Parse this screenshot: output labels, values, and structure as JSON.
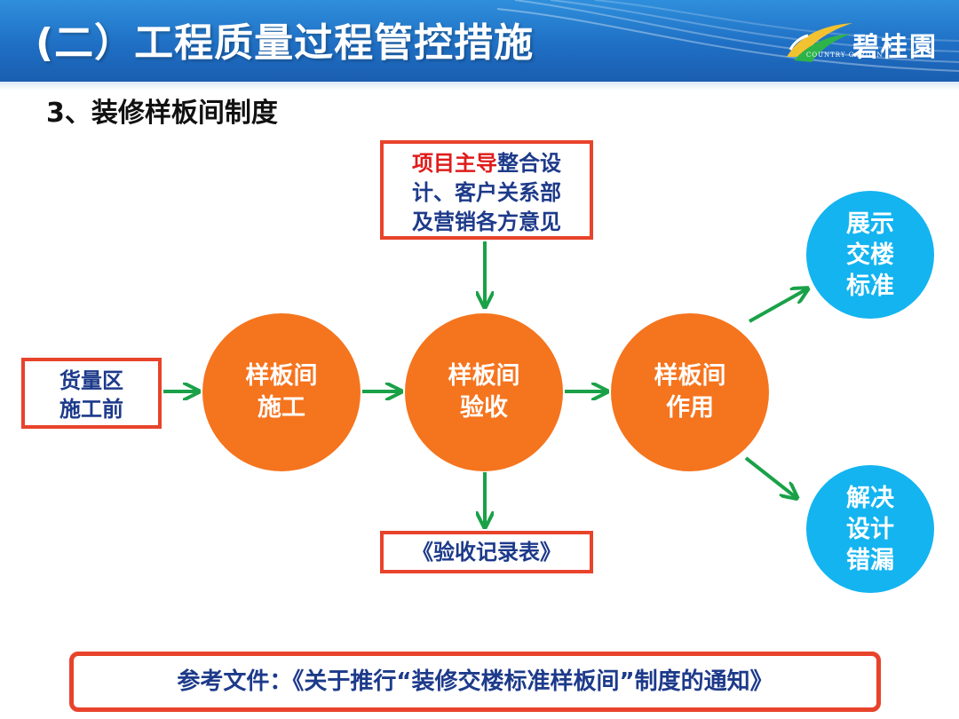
{
  "header": {
    "title": "(二）工程质量过程管控措施",
    "logo_cn": "碧桂園",
    "logo_en": "COUNTRY GARDEN"
  },
  "section": {
    "title": "3、装修样板间制度"
  },
  "flow": {
    "top_box": {
      "highlight": "项目主导",
      "line1_rest": "整合设",
      "line2": "计、客户关系部",
      "line3": "及营销各方意见"
    },
    "left_box": {
      "line1": "货量区",
      "line2": "施工前"
    },
    "steps": [
      {
        "line1": "样板间",
        "line2": "施工"
      },
      {
        "line1": "样板间",
        "line2": "验收"
      },
      {
        "line1": "样板间",
        "line2": "作用"
      }
    ],
    "outcomes": [
      {
        "line1": "展示",
        "line2": "交楼",
        "line3": "标准"
      },
      {
        "line1": "解决",
        "line2": "设计",
        "line3": "错漏"
      }
    ],
    "bottom_box": "《验收记录表》"
  },
  "reference": "参考文件：《关于推行“装修交楼标准样板间”制度的通知》",
  "colors": {
    "header_blue": "#1f6fc4",
    "box_border": "#e8432b",
    "step_orange": "#f5741e",
    "outcome_blue": "#13b4f0",
    "arrow_green": "#1aa148",
    "text_navy": "#1d3a8a",
    "highlight_red": "#e01b1b"
  }
}
